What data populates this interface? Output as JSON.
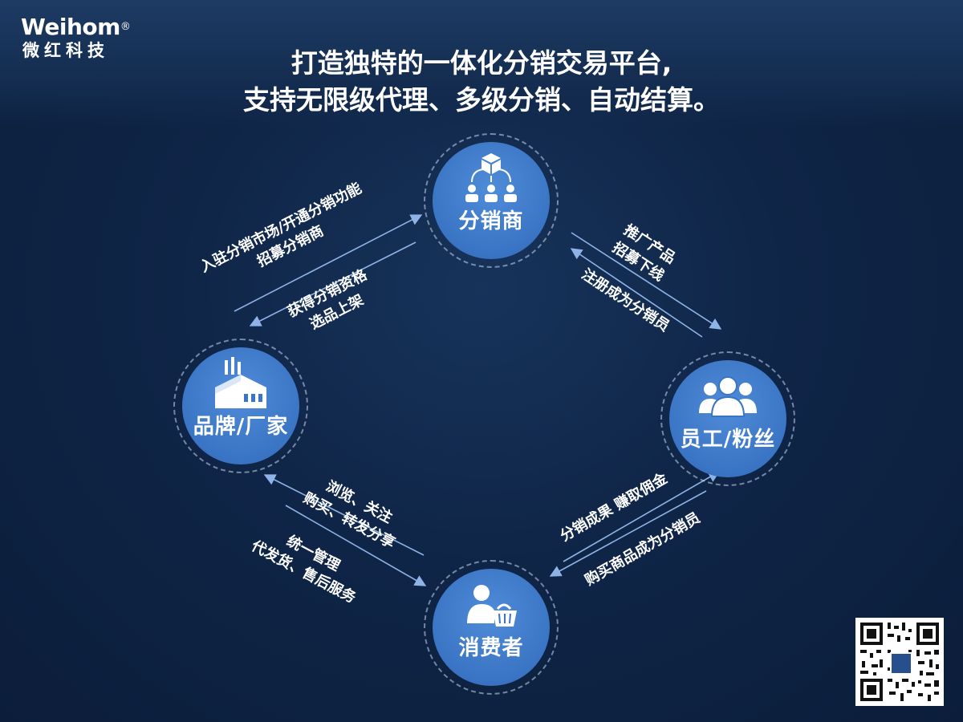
{
  "logo": {
    "name": "Weihom",
    "registered": "®",
    "cn": "微红科技"
  },
  "headline": {
    "line1": "打造独特的一体化分销交易平台,",
    "line2": "支持无限级代理、多级分销、自动结算。"
  },
  "nodes": {
    "top": {
      "label": "分销商",
      "icon": "distribution-network-icon"
    },
    "left": {
      "label": "品牌/厂家",
      "icon": "factory-icon"
    },
    "right": {
      "label": "员工/粉丝",
      "icon": "user-group-icon"
    },
    "bottom": {
      "label": "消费者",
      "icon": "shopper-basket-icon"
    }
  },
  "relations": {
    "brand_to_distributor": {
      "line1": "入驻分销市场/开通分销功能",
      "line2": "招募分销商"
    },
    "distributor_to_brand": {
      "line1": "获得分销资格",
      "line2": "选品上架"
    },
    "distributor_to_staff": {
      "line1": "推广产品",
      "line2": "招募下线"
    },
    "staff_to_distributor": {
      "line1": "注册成为分销员"
    },
    "consumer_to_brand": {
      "line1": "浏览、关注",
      "line2": "购买、转发分享"
    },
    "brand_to_consumer": {
      "line1": "统一管理",
      "line2": "代发货、售后服务"
    },
    "consumer_to_staff": {
      "line1": "分销成果 赚取佣金"
    },
    "staff_to_consumer": {
      "line1": "购买商品成为分销员"
    }
  },
  "colors": {
    "accent": "#3a74c4",
    "background": "#0f2547",
    "arrow": "#8fb3e6"
  },
  "qr_icon": "qr-code-icon"
}
